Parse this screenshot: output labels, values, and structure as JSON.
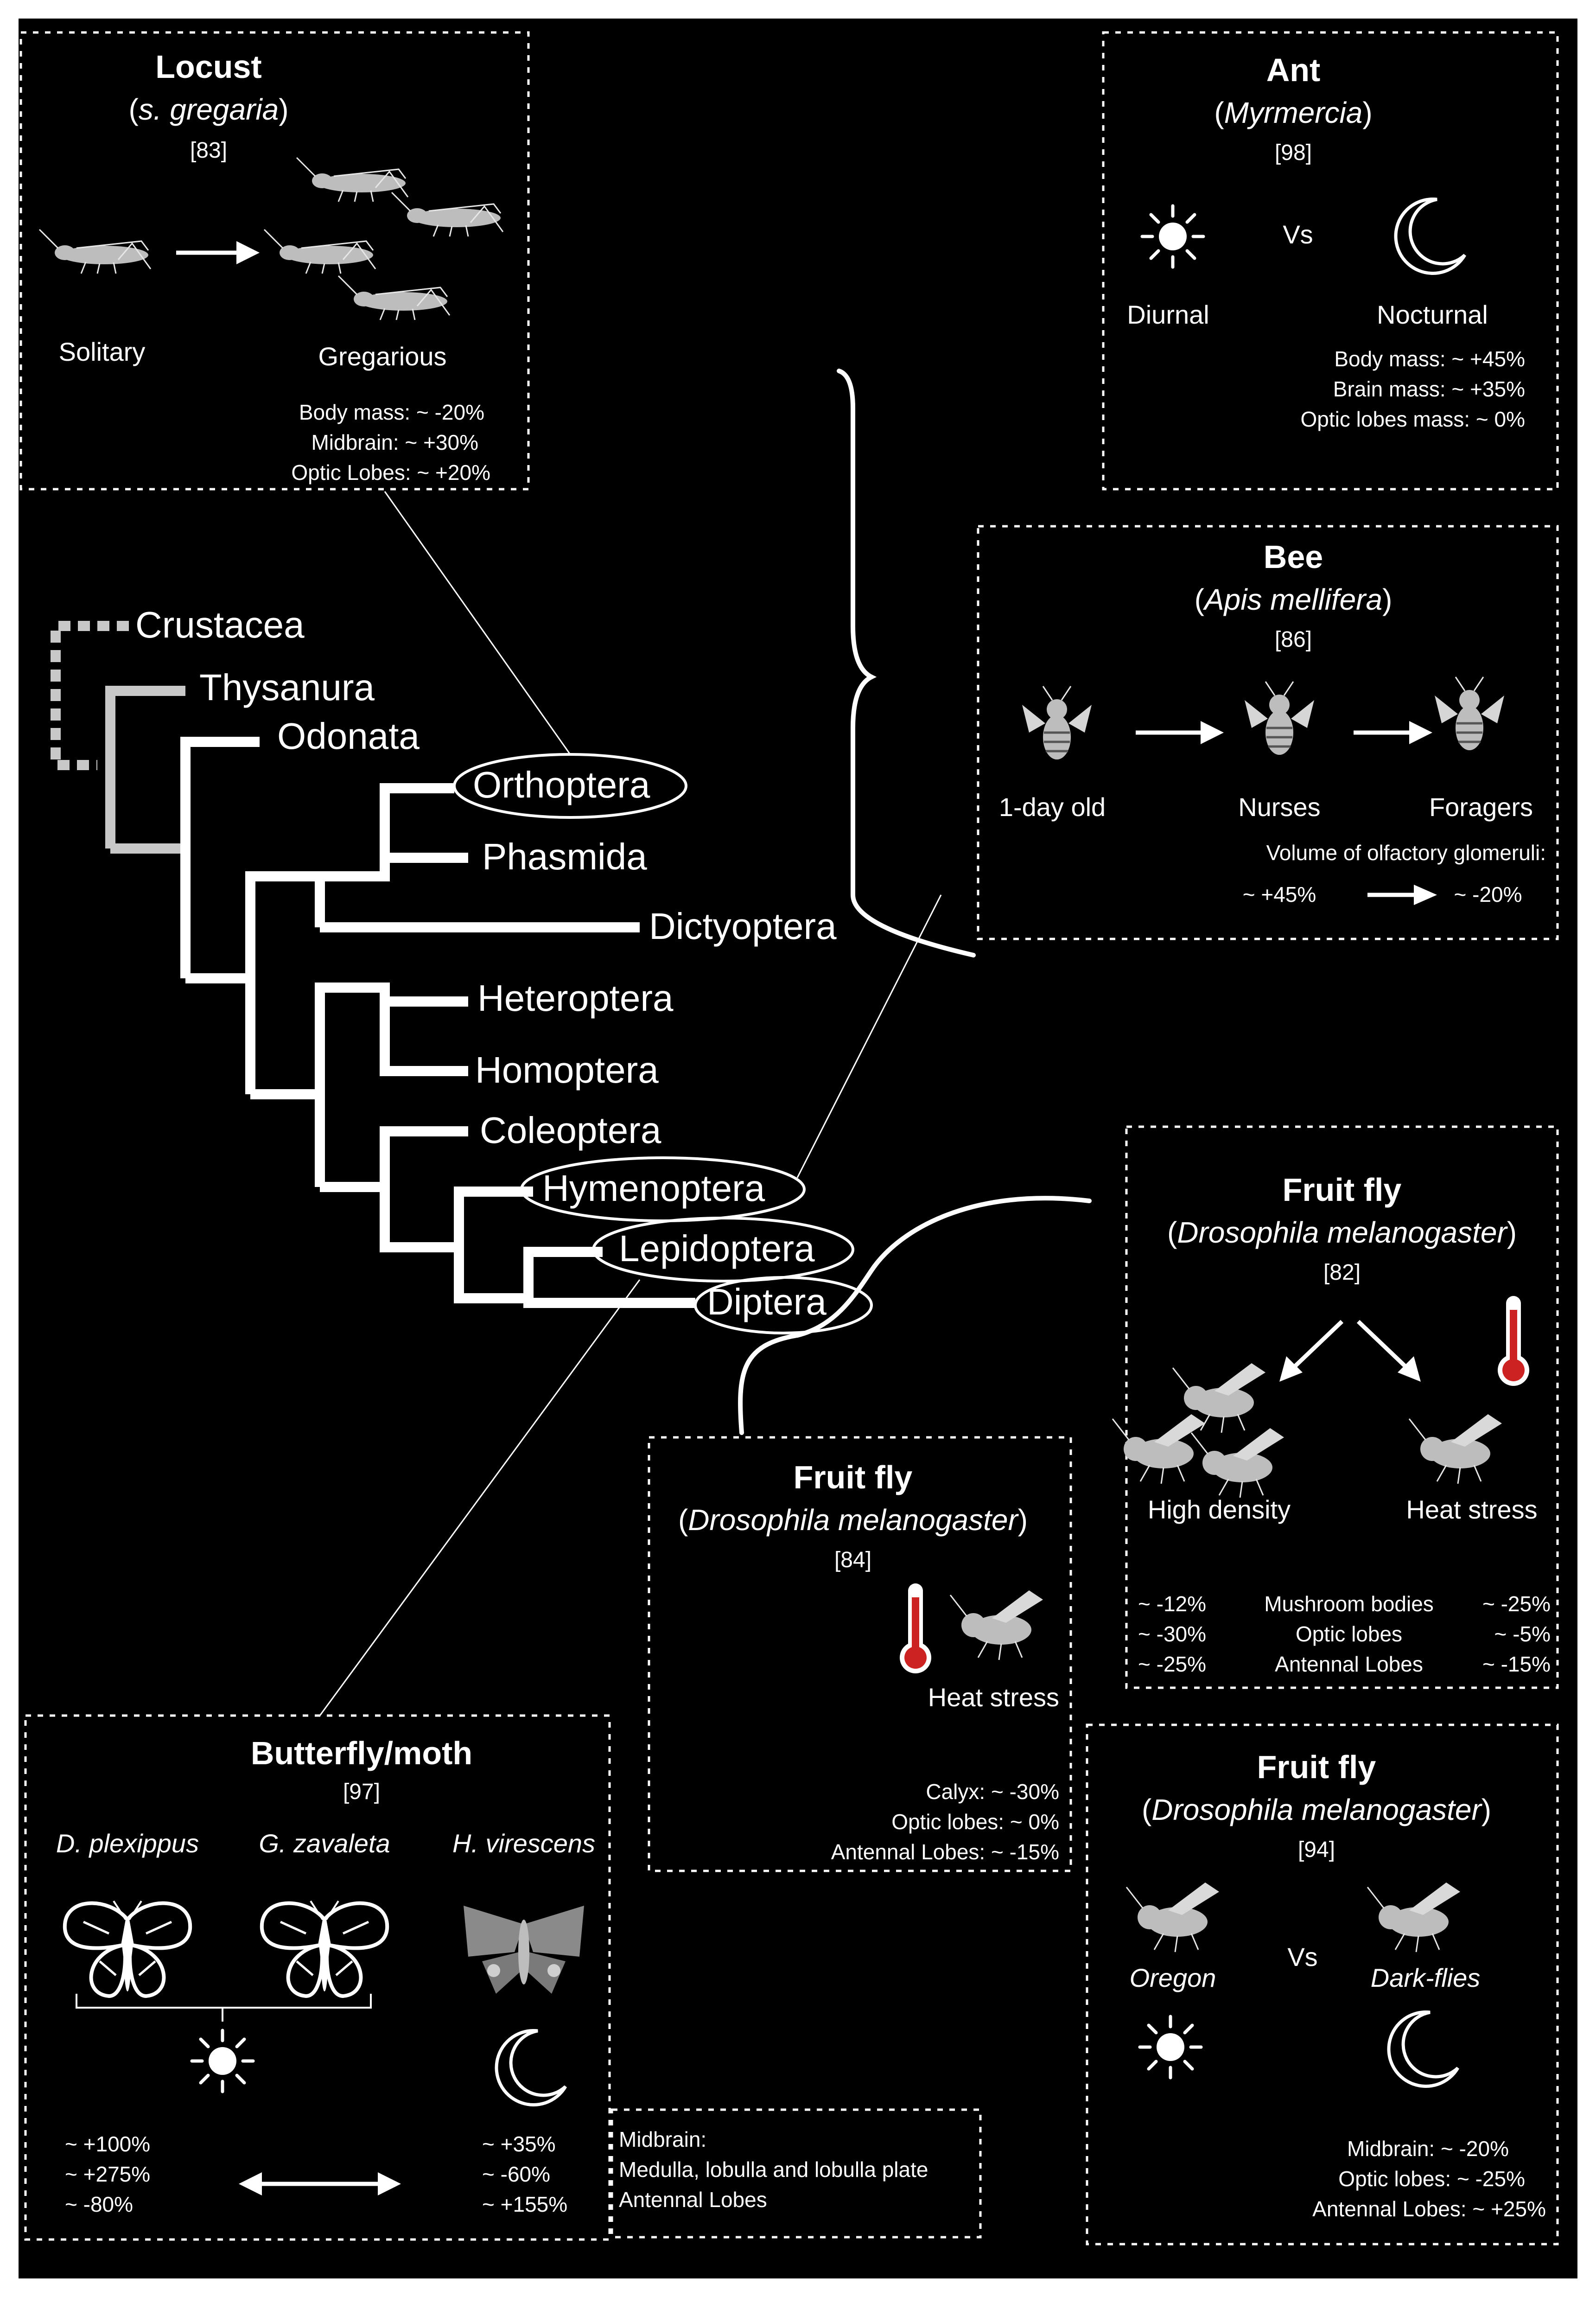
{
  "tree": {
    "taxa": [
      "Crustacea",
      "Thysanura",
      "Odonata",
      "Orthoptera",
      "Phasmida",
      "Dictyoptera",
      "Heteroptera",
      "Homoptera",
      "Coleoptera",
      "Hymenoptera",
      "Lepidoptera",
      "Diptera"
    ]
  },
  "locust": {
    "title": "Locust",
    "species": "s. gregaria",
    "ref": "[83]",
    "from": "Solitary",
    "to": "Gregarious",
    "stats": [
      "Body mass: ~ -20%",
      "Midbrain: ~ +30%",
      "Optic Lobes: ~ +20%"
    ]
  },
  "ant": {
    "title": "Ant",
    "species": "Myrmercia",
    "ref": "[98]",
    "vs": "Vs",
    "left": "Diurnal",
    "right": "Nocturnal",
    "stats": [
      "Body mass: ~ +45%",
      "Brain mass: ~ +35%",
      "Optic lobes mass: ~ 0%"
    ]
  },
  "bee": {
    "title": "Bee",
    "species": "Apis mellifera",
    "ref": "[86]",
    "stages": [
      "1-day old",
      "Nurses",
      "Foragers"
    ],
    "measure": "Volume of olfactory glomeruli:",
    "from": "~ +45%",
    "to": "~ -20%"
  },
  "fly82": {
    "title": "Fruit fly",
    "species": "Drosophila melanogaster",
    "ref": "[82]",
    "left": "High density",
    "right": "Heat stress",
    "rows": [
      {
        "left": "~ -12%",
        "mid": "Mushroom bodies",
        "right": "~ -25%"
      },
      {
        "left": "~ -30%",
        "mid": "Optic lobes",
        "right": "~ -5%"
      },
      {
        "left": "~ -25%",
        "mid": "Antennal Lobes",
        "right": "~ -15%"
      }
    ]
  },
  "fly84": {
    "title": "Fruit fly",
    "species": "Drosophila melanogaster",
    "ref": "[84]",
    "condition": "Heat stress",
    "stats": [
      "Calyx: ~ -30%",
      "Optic lobes: ~ 0%",
      "Antennal Lobes: ~ -15%"
    ]
  },
  "fly94": {
    "title": "Fruit fly",
    "species": "Drosophila melanogaster",
    "ref": "[94]",
    "vs": "Vs",
    "left": "Oregon",
    "right": "Dark-flies",
    "stats": [
      "Midbrain: ~ -20%",
      "Optic lobes: ~ -25%",
      "Antennal Lobes: ~ +25%"
    ]
  },
  "butterfly": {
    "title": "Butterfly/moth",
    "ref": "[97]",
    "species": [
      "D. plexippus",
      "G. zavaleta",
      "H. virescens"
    ],
    "diurnal": [
      "~ +100%",
      "~ +275%",
      "~ -80%"
    ],
    "nocturnal": [
      "~ +35%",
      "~ -60%",
      "~ +155%"
    ]
  },
  "legend": [
    "Midbrain:",
    "Medulla, lobulla and lobulla plate",
    "Antennal Lobes"
  ],
  "colors": {
    "background": "#000000",
    "frame": "#ffffff",
    "foreground": "#ffffff",
    "outgroup": "#c8c8c8"
  }
}
